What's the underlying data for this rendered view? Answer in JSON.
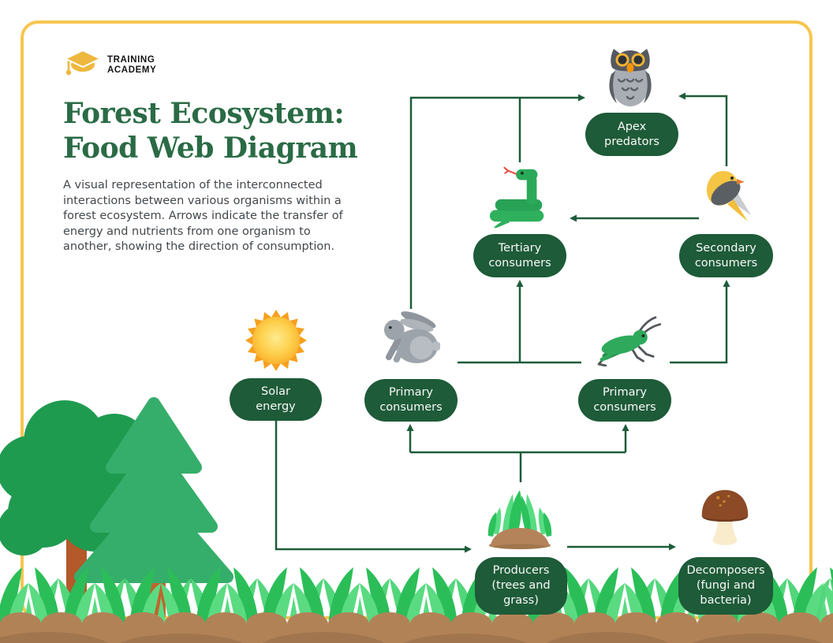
{
  "logo": {
    "text": "TRAINING\nACADEMY",
    "icon": "graduation-cap-icon",
    "color": "#EDB83D"
  },
  "header": {
    "title": "Forest Ecosystem:\nFood Web Diagram",
    "description": "A visual representation of the interconnected interactions between various organisms within a forest ecosystem. Arrows indicate the transfer of energy and nutrients from one organism to another, showing the direction of consumption."
  },
  "diagram": {
    "nodes": {
      "apex": {
        "label": "Apex\npredators",
        "icon": "owl-icon"
      },
      "tertiary": {
        "label": "Tertiary\nconsumers",
        "icon": "snake-icon"
      },
      "secondary": {
        "label": "Secondary\nconsumers",
        "icon": "bird-icon"
      },
      "solar": {
        "label": "Solar\nenergy",
        "icon": "sun-icon"
      },
      "primary_left": {
        "label": "Primary\nconsumers",
        "icon": "rabbit-icon"
      },
      "primary_right": {
        "label": "Primary\nconsumers",
        "icon": "grasshopper-icon"
      },
      "producers": {
        "label": "Producers\n(trees and\ngrass)",
        "icon": "grass-tuft-icon"
      },
      "decomposers": {
        "label": "Decomposers\n(fungi and\nbacteria)",
        "icon": "mushroom-icon"
      }
    },
    "edges": [
      "solar-energy -> producers",
      "producers -> primary-consumers-rabbit",
      "producers -> primary-consumers-grasshopper",
      "producers -> decomposers",
      "primary-consumers -> tertiary-consumers",
      "grasshopper -> secondary-consumers",
      "secondary-consumers -> tertiary-consumers",
      "rabbit -> apex-predators",
      "tertiary-consumers -> apex-predators",
      "secondary-consumers -> apex-predators"
    ]
  },
  "colors": {
    "badge_green": "#1E5B39",
    "connector_green": "#1D5C3A",
    "title_green": "#2A6B45",
    "border_yellow": "#F7C64F",
    "description_text": "#43484C",
    "grass_dark": "#2BBE58",
    "grass_light": "#5ADB81",
    "dirt_brown": "#B28257"
  }
}
